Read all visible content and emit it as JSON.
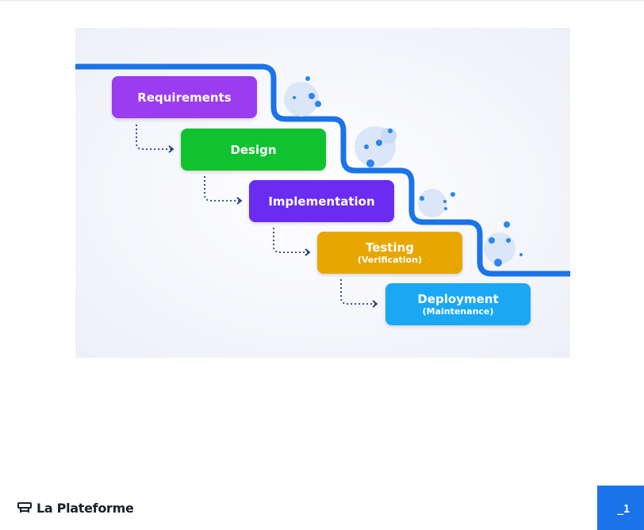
{
  "figure": {
    "stages": [
      {
        "label": "Requirements",
        "sub": "",
        "color": "#9b3cf0"
      },
      {
        "label": "Design",
        "sub": "",
        "color": "#10c22f"
      },
      {
        "label": "Implementation",
        "sub": "",
        "color": "#6a2cf0"
      },
      {
        "label": "Testing",
        "sub": "(Verification)",
        "color": "#e8a600"
      },
      {
        "label": "Deployment",
        "sub": "(Maintenance)",
        "color": "#1aa8f5"
      }
    ],
    "waterfall_color": "#1a73e8",
    "connector_color": "#1e3a8a"
  },
  "footer": {
    "brand": "La Plateforme",
    "corner_label": "_1",
    "corner_color": "#1a73e8"
  }
}
